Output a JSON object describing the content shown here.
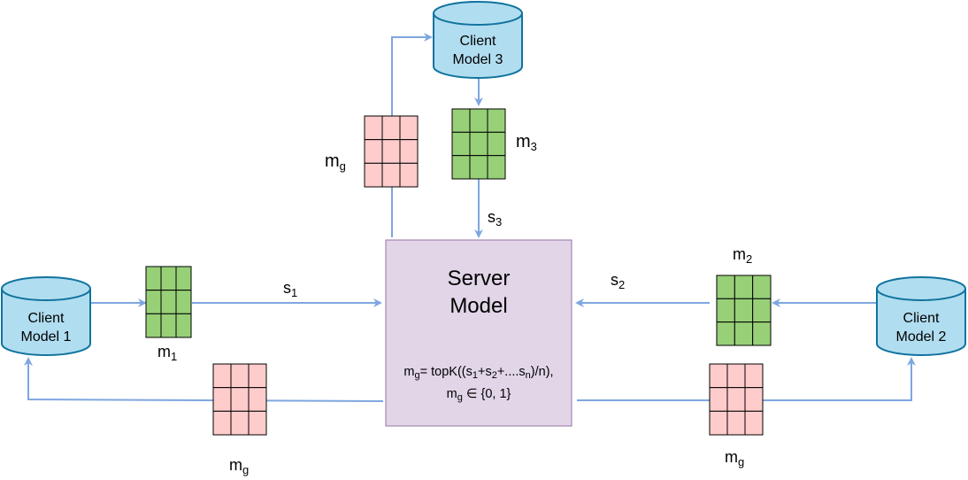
{
  "colors": {
    "arrow": "#7EA6E0",
    "db_fill": "#B1DDF0",
    "db_stroke": "#10739E",
    "mask_green": "#97D077",
    "mask_red": "#FFCCCC",
    "server_fill": "#E1D5E7",
    "server_stroke": "#9673A6"
  },
  "clients": {
    "c1": {
      "line1": "Client",
      "line2": "Model 1"
    },
    "c2": {
      "line1": "Client",
      "line2": "Model 2"
    },
    "c3": {
      "line1": "Client",
      "line2": "Model 3"
    }
  },
  "server": {
    "line1": "Server",
    "line2": "Model",
    "formula1_a": "m",
    "formula1_a_sub": "g",
    "formula1_b": "= topK((s",
    "formula1_b_sub": "1",
    "formula1_c": "+s",
    "formula1_c_sub": "2",
    "formula1_d": "+....s",
    "formula1_d_sub": "n",
    "formula1_e": ")/n),",
    "formula2_a": "m",
    "formula2_a_sub": "g",
    "formula2_b": " ∈ {0, 1}"
  },
  "labels": {
    "m1": {
      "base": "m",
      "sub": "1"
    },
    "m2": {
      "base": "m",
      "sub": "2"
    },
    "m3": {
      "base": "m",
      "sub": "3"
    },
    "s1": {
      "base": "s",
      "sub": "1"
    },
    "s2": {
      "base": "s",
      "sub": "2"
    },
    "s3": {
      "base": "s",
      "sub": "3"
    },
    "mg_top": {
      "base": "m",
      "sub": "g"
    },
    "mg_left": {
      "base": "m",
      "sub": "g"
    },
    "mg_right": {
      "base": "m",
      "sub": "g"
    }
  }
}
